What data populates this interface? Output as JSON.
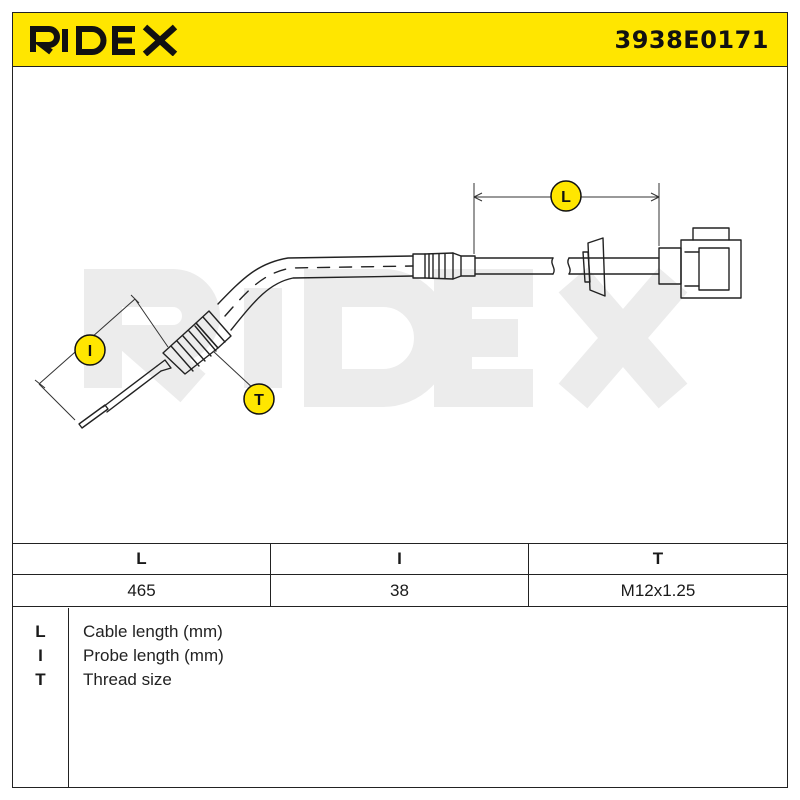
{
  "header": {
    "brand": "RIDEX",
    "part_number": "3938E0171",
    "accent_color": "#ffe600"
  },
  "drawing": {
    "watermark": "RIDEX",
    "markers": {
      "L": "L",
      "I": "I",
      "T": "T"
    },
    "marker_color": "#ffe600"
  },
  "spec_table": {
    "headers": [
      "L",
      "I",
      "T"
    ],
    "values": [
      "465",
      "38",
      "M12x1.25"
    ]
  },
  "legend": [
    {
      "key": "L",
      "text": "Cable length (mm)"
    },
    {
      "key": "I",
      "text": "Probe length (mm)"
    },
    {
      "key": "T",
      "text": "Thread size"
    }
  ]
}
